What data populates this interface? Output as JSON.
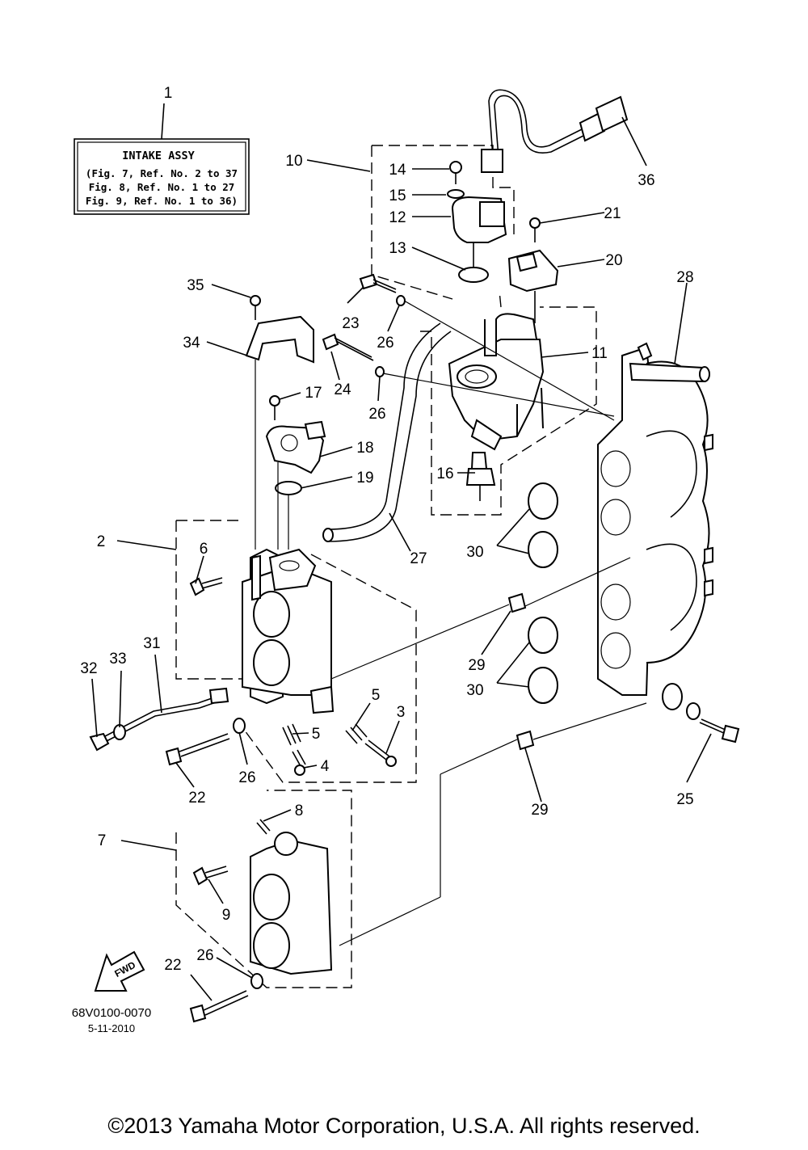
{
  "info_box": {
    "title": "INTAKE ASSY",
    "lines": [
      "(Fig. 7, Ref. No. 2 to 37",
      "Fig. 8, Ref. No. 1 to 27",
      "Fig. 9, Ref. No. 1 to 36)"
    ]
  },
  "callouts": {
    "c1": "1",
    "c2": "2",
    "c3": "3",
    "c4": "4",
    "c5a": "5",
    "c5b": "5",
    "c6": "6",
    "c7": "7",
    "c8": "8",
    "c9": "9",
    "c10": "10",
    "c11": "11",
    "c12": "12",
    "c13": "13",
    "c14": "14",
    "c15": "15",
    "c16": "16",
    "c17": "17",
    "c18": "18",
    "c19": "19",
    "c20": "20",
    "c21": "21",
    "c22a": "22",
    "c22b": "22",
    "c23": "23",
    "c24": "24",
    "c25": "25",
    "c26a": "26",
    "c26b": "26",
    "c26c": "26",
    "c26d": "26",
    "c27": "27",
    "c28": "28",
    "c29a": "29",
    "c29b": "29",
    "c30a": "30",
    "c30b": "30",
    "c31": "31",
    "c32": "32",
    "c33": "33",
    "c34": "34",
    "c35": "35",
    "c36": "36"
  },
  "fwd_label": "FWD",
  "diagram_code": "68V0100-0070",
  "diagram_date": "5-11-2010",
  "copyright": "©2013 Yamaha Motor Corporation, U.S.A. All rights reserved."
}
